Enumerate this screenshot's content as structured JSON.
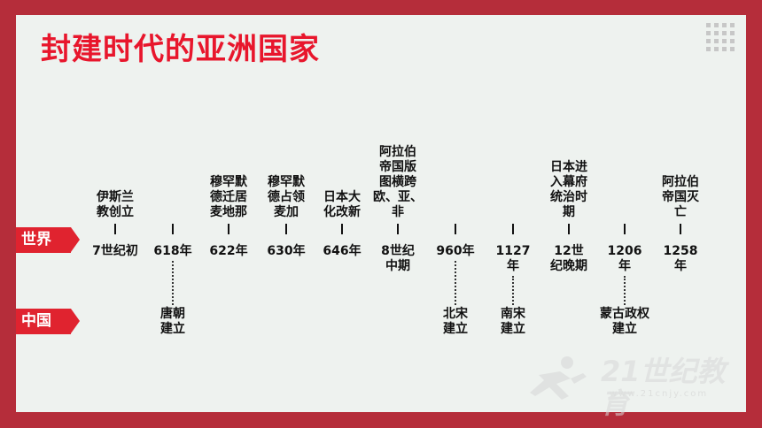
{
  "title": "封建时代的亚洲国家",
  "tags": {
    "world": "世界",
    "china": "中国"
  },
  "timeline": [
    {
      "date": [
        "7世纪初"
      ],
      "world": [
        "伊斯兰",
        "教创立"
      ],
      "china": []
    },
    {
      "date": [
        "618年"
      ],
      "world": [],
      "china": [
        "唐朝",
        "建立"
      ]
    },
    {
      "date": [
        "622年"
      ],
      "world": [
        "穆罕默",
        "德迁居",
        "麦地那"
      ],
      "china": []
    },
    {
      "date": [
        "630年"
      ],
      "world": [
        "穆罕默",
        "德占领",
        "麦加"
      ],
      "china": []
    },
    {
      "date": [
        "646年"
      ],
      "world": [
        "日本大",
        "化改新"
      ],
      "china": []
    },
    {
      "date": [
        "8世纪",
        "中期"
      ],
      "world": [
        "阿拉伯",
        "帝国版",
        "图横跨",
        "欧、亚、",
        "非"
      ],
      "china": []
    },
    {
      "date": [
        "960年"
      ],
      "world": [],
      "china": [
        "北宋",
        "建立"
      ]
    },
    {
      "date": [
        "1127",
        "年"
      ],
      "world": [],
      "china": [
        "南宋",
        "建立"
      ]
    },
    {
      "date": [
        "12世",
        "纪晚期"
      ],
      "world": [
        "日本进",
        "入幕府",
        "统治时",
        "期"
      ],
      "china": []
    },
    {
      "date": [
        "1206",
        "年"
      ],
      "world": [],
      "china": [
        "蒙古政权",
        "建立"
      ]
    },
    {
      "date": [
        "1258",
        "年"
      ],
      "world": [
        "阿拉伯",
        "帝国灭",
        "亡"
      ],
      "china": []
    }
  ],
  "watermark": {
    "brand": "21世纪教育",
    "url": "www.21cnjy.com"
  },
  "colors": {
    "frame": "#b52d3a",
    "panel": "#eef2ef",
    "title": "#e8162c",
    "tag": "#e0232f"
  }
}
